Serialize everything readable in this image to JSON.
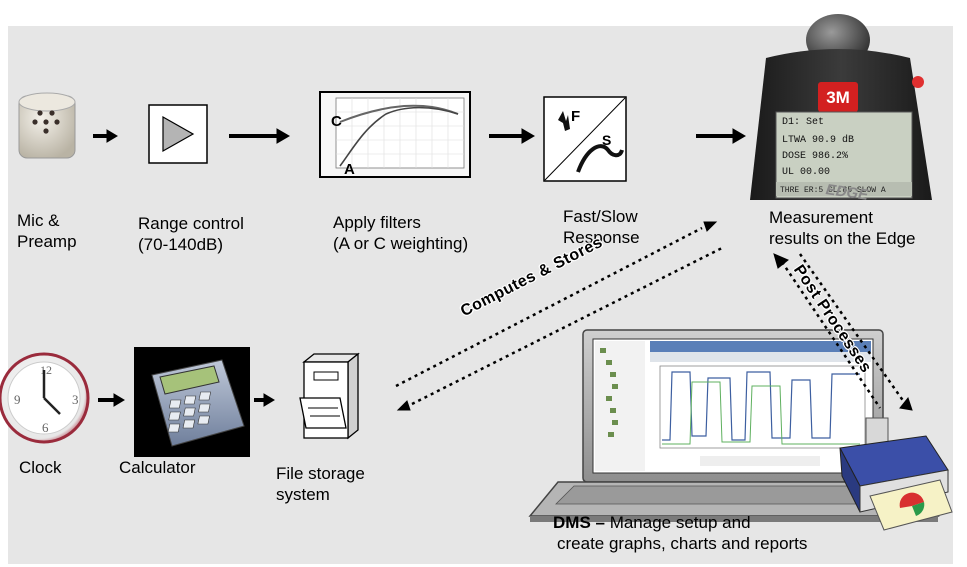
{
  "labels": {
    "mic": [
      "Mic &",
      "Preamp"
    ],
    "range": [
      "Range control",
      "(70-140dB)"
    ],
    "filters": [
      "Apply filters",
      "(A or C weighting)"
    ],
    "response": [
      "Fast/Slow",
      "Response"
    ],
    "measure": [
      "Measurement",
      "results on the Edge"
    ],
    "clock": "Clock",
    "calculator": "Calculator",
    "storage": [
      "File storage",
      "system"
    ],
    "dms_bold": "DMS –",
    "dms_rest": " Manage setup and",
    "dms_line2": "create graphs, charts and reports"
  },
  "arrows": {
    "computes": "Computes & Stores",
    "post": "Post Processes"
  },
  "filter_graph": {
    "curve_c": "C",
    "curve_a": "A"
  },
  "response_icon": {
    "fast": "F",
    "slow": "S"
  },
  "device": {
    "badge": "3M",
    "screen": [
      "D1: Set",
      "LTWA   90.9 dB",
      "DOSE   986.2%",
      "UL     00.00"
    ],
    "footer": "THRE ER:5 CL:85 SLOW A",
    "brand": "EDGE"
  },
  "colors": {
    "panel": "#e6e6e6",
    "badge": "#d32020",
    "device": "#2a2a2a"
  }
}
